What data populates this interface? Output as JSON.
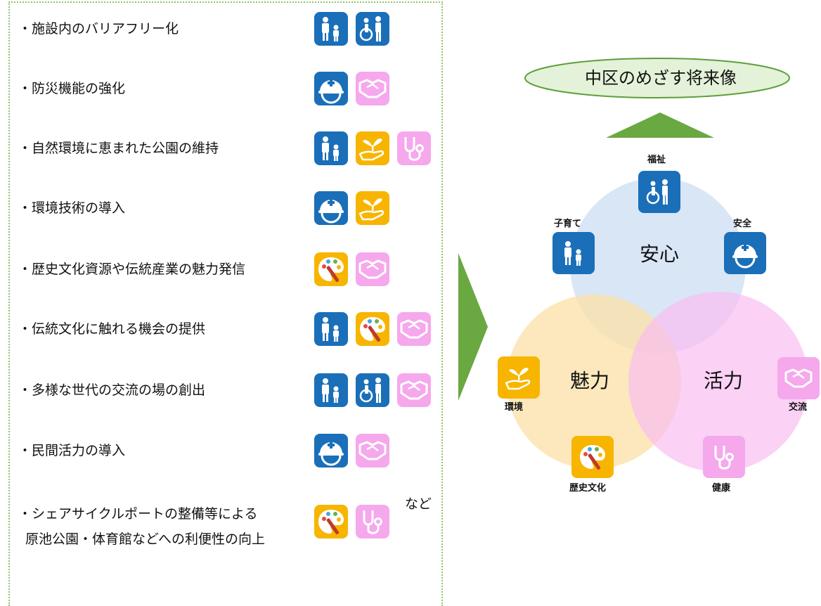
{
  "colors": {
    "blue": "#1a6fb8",
    "yellow": "#f7b500",
    "pink": "#f5a8ec",
    "green_border": "#8fc36b",
    "green_arrow": "#6aa842",
    "oval_fill": "#e3f2d8",
    "oval_stroke": "#5d9e3a",
    "venn_top": "#cfe0f4",
    "venn_left": "#fbe0a6",
    "venn_right": "#f9bdf1"
  },
  "measures": [
    {
      "text": "・施設内のバリアフリー化",
      "icons": [
        "child-icon",
        "wheelchair-icon"
      ]
    },
    {
      "text": "・防災機能の強化",
      "icons": [
        "helmet-icon",
        "handshake-icon"
      ]
    },
    {
      "text": "・自然環境に恵まれた公園の維持",
      "icons": [
        "child-icon",
        "sprout-icon",
        "stethoscope-icon"
      ]
    },
    {
      "text": "・環境技術の導入",
      "icons": [
        "helmet-icon",
        "sprout-icon"
      ]
    },
    {
      "text": "・歴史文化資源や伝統産業の魅力発信",
      "icons": [
        "palette-icon",
        "handshake-icon"
      ]
    },
    {
      "text": "・伝統文化に触れる機会の提供",
      "icons": [
        "child-icon",
        "palette-icon",
        "handshake-icon"
      ]
    },
    {
      "text": "・多様な世代の交流の場の創出",
      "icons": [
        "child-icon",
        "wheelchair-icon",
        "handshake-icon"
      ]
    },
    {
      "text": "・民間活力の導入",
      "icons": [
        "helmet-icon",
        "handshake-icon"
      ]
    },
    {
      "text": "・シェアサイクルポートの整備等による",
      "text2": "原池公園・体育館などへの利便性の向上",
      "icons": [
        "palette-icon",
        "stethoscope-icon"
      ]
    }
  ],
  "footer_note": "など",
  "goal": {
    "label": "中区のめざす将来像"
  },
  "venn": {
    "top_label": "安心",
    "left_label": "魅力",
    "right_label": "活力"
  },
  "categories": {
    "welfare": "福祉",
    "childcare": "子育て",
    "safety": "安全",
    "environment": "環境",
    "exchange": "交流",
    "history_culture": "歴史文化",
    "health": "健康"
  }
}
